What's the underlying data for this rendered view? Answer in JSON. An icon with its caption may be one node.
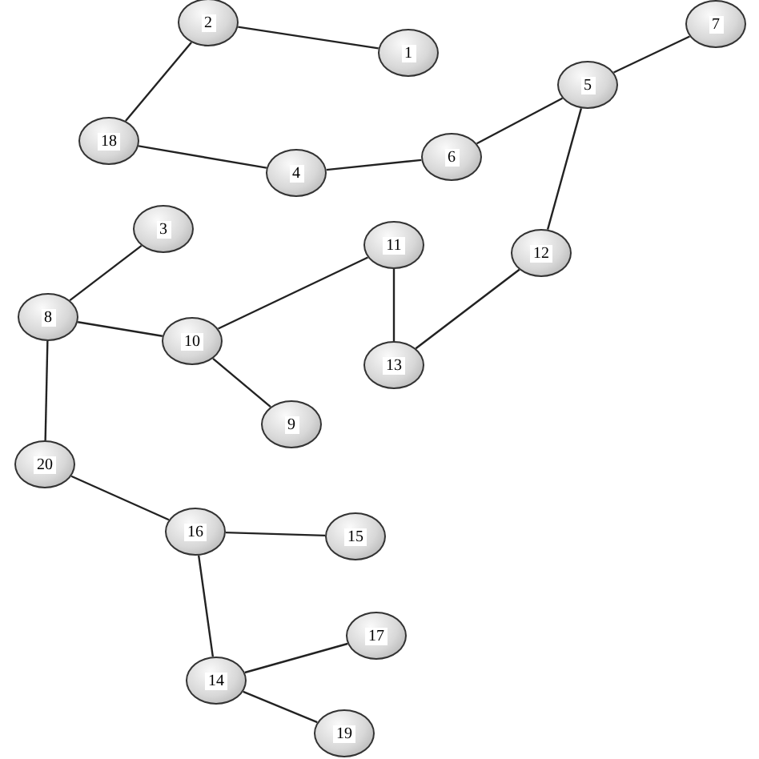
{
  "diagram": {
    "nodes": [
      {
        "text": [
          "2"
        ]
      },
      {
        "text": [
          "7"
        ]
      },
      {
        "text": [
          "1"
        ]
      },
      {
        "text": [
          "5"
        ]
      },
      {
        "text": [
          "18"
        ]
      },
      {
        "text": [
          "6"
        ]
      },
      {
        "text": [
          "4"
        ]
      },
      {
        "text": [
          "3"
        ]
      },
      {
        "text": [
          "11"
        ]
      },
      {
        "text": [
          "12"
        ]
      },
      {
        "text": [
          "8"
        ]
      },
      {
        "text": [
          "10"
        ]
      },
      {
        "text": [
          "13"
        ]
      },
      {
        "text": [
          "9"
        ]
      },
      {
        "text": [
          "20"
        ]
      },
      {
        "text": [
          "16"
        ]
      },
      {
        "text": [
          "15"
        ]
      },
      {
        "text": [
          "17"
        ]
      },
      {
        "text": [
          "14"
        ]
      },
      {
        "text": [
          "19"
        ]
      }
    ],
    "edges": [
      {
        "from": 0,
        "to": 2,
        "arrow": "none"
      },
      {
        "from": 0,
        "to": 4,
        "arrow": "none"
      },
      {
        "from": 4,
        "to": 6,
        "arrow": "none"
      },
      {
        "from": 6,
        "to": 5,
        "arrow": "none"
      },
      {
        "from": 5,
        "to": 3,
        "arrow": "none"
      },
      {
        "from": 3,
        "to": 1,
        "arrow": "none"
      },
      {
        "from": 3,
        "to": 9,
        "arrow": "none"
      },
      {
        "from": 9,
        "to": 12,
        "arrow": "none"
      },
      {
        "from": 12,
        "to": 8,
        "arrow": "none"
      },
      {
        "from": 8,
        "to": 11,
        "arrow": "none"
      },
      {
        "from": 7,
        "to": 10,
        "arrow": "none"
      },
      {
        "from": 10,
        "to": 11,
        "arrow": "none"
      },
      {
        "from": 11,
        "to": 13,
        "arrow": "none"
      },
      {
        "from": 10,
        "to": 14,
        "arrow": "none"
      },
      {
        "from": 14,
        "to": 15,
        "arrow": "none"
      },
      {
        "from": 15,
        "to": 16,
        "arrow": "none"
      },
      {
        "from": 15,
        "to": 18,
        "arrow": "none"
      },
      {
        "from": 18,
        "to": 17,
        "arrow": "none"
      },
      {
        "from": 18,
        "to": 19,
        "arrow": "none"
      }
    ]
  }
}
